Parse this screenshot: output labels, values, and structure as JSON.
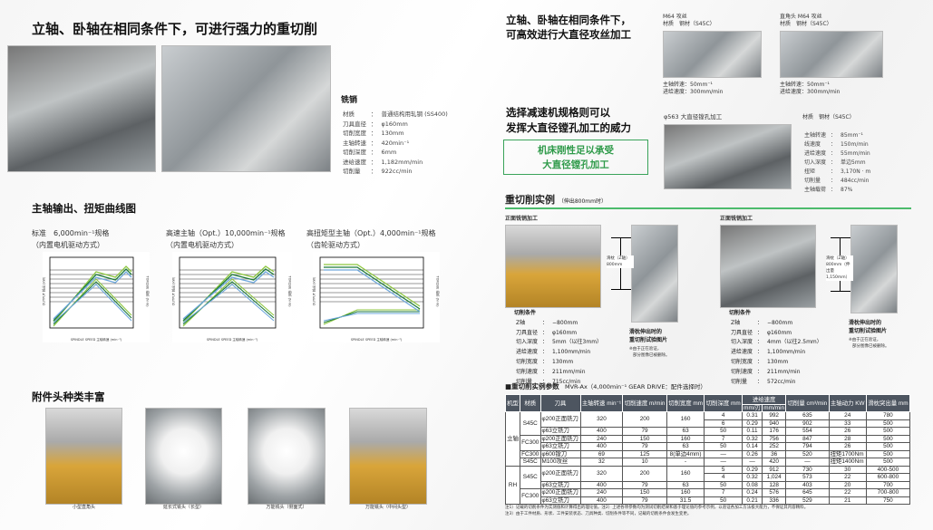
{
  "left": {
    "title": "立轴、卧轴在相同条件下，可进行强力的重切削",
    "milling": {
      "heading": "铣销",
      "specs": [
        {
          "k": "材质",
          "v": "普通结构用轧钢 (SS400)"
        },
        {
          "k": "刀具直径",
          "v": "φ160mm"
        },
        {
          "k": "切削宽度",
          "v": "130mm"
        },
        {
          "k": "主轴转速",
          "v": "420min⁻¹"
        },
        {
          "k": "切削深度",
          "v": "6mm"
        },
        {
          "k": "进给速度",
          "v": "1,182mm/min"
        },
        {
          "k": "切削量",
          "v": "922cc/min"
        }
      ]
    },
    "curves": {
      "heading": "主轴输出、扭矩曲线图",
      "charts": [
        {
          "line1": "标准　6,000min⁻¹规格",
          "line2": "（内置电机驱动方式）",
          "xlabel": "SPINDLE SPEED 主轴转速 (min⁻¹)",
          "ylabel_left": "OUTPUT 输出 (kW)",
          "ylabel_right": "TORQUE 扭矩 (N·m)"
        },
        {
          "line1": "高速主轴（Opt.）10,000min⁻¹规格",
          "line2": "（内置电机驱动方式）",
          "xlabel": "SPINDLE SPEED 主轴转速 (min⁻¹)",
          "ylabel_left": "OUTPUT 输出 (kW)",
          "ylabel_right": "TORQUE 扭矩 (N·m)"
        },
        {
          "line1": "高扭矩型主轴（Opt.）4,000min⁻¹规格",
          "line2": "（齿轮驱动方式）",
          "xlabel": "SPINDLE SPEED 主轴转速 (min⁻¹)",
          "ylabel_left": "OUTPUT 输出 (kW)",
          "ylabel_right": "TORQUE 扭矩 (N·m)"
        }
      ]
    },
    "heads": {
      "heading": "附件头种类丰富",
      "items": [
        "小型直角头",
        "延长式铣头（长型）",
        "万能铣头（侧面式）",
        "万能铣头（中间头型）"
      ]
    }
  },
  "right": {
    "tapping": {
      "title1": "立轴、卧轴在相同条件下，",
      "title2": "可高效进行大直径攻丝加工",
      "cases": [
        {
          "name": "M64 攻丝",
          "material": "材质　钢材（S45C）",
          "speed": "主轴转速：50mm⁻¹",
          "feed": "进给速度：300mm/min"
        },
        {
          "name": "直角头 M64 攻丝",
          "material": "材质　钢材（S45C）",
          "speed": "主轴转速：50mm⁻¹",
          "feed": "进给速度：300mm/min"
        }
      ]
    },
    "boring": {
      "title1": "选择减速机规格则可以",
      "title2": "发挥大直径镗孔加工的威力",
      "box1": "机床刚性足以承受",
      "box2": "大直径镗孔加工",
      "photo_label": "φ563 大直径镗孔加工",
      "material": "材质　钢材（S45C）",
      "specs": [
        {
          "k": "主轴转速",
          "v": "85mm⁻¹"
        },
        {
          "k": "线速度",
          "v": "150m/min"
        },
        {
          "k": "进给速度",
          "v": "55mm/min"
        },
        {
          "k": "切入深度",
          "v": "单边5mm"
        },
        {
          "k": "扭矩",
          "v": "3,170N · m"
        },
        {
          "k": "切削量",
          "v": "484cc/min"
        },
        {
          "k": "主轴载荷",
          "v": "87%"
        }
      ]
    },
    "heavy": {
      "title": "重切削实例",
      "subtitle": "（伸出800mm时）",
      "examples": [
        {
          "label": "正面铣销加工",
          "ram": "滑枕（Z轴）800mm",
          "cond_title": "切削条件",
          "conds": [
            {
              "k": "Z轴",
              "v": "−800mm"
            },
            {
              "k": "刀具直径",
              "v": "φ160mm"
            },
            {
              "k": "切入深度",
              "v": "5mm（以往3mm）"
            },
            {
              "k": "进给速度",
              "v": "1,100mm/min"
            },
            {
              "k": "切削宽度",
              "v": "130mm"
            },
            {
              "k": "切削速度",
              "v": "211mm/min"
            },
            {
              "k": "切削量",
              "v": "715cc/min"
            }
          ],
          "photo_cap1": "滑枕伸出时的",
          "photo_cap2": "重切削试验图片",
          "note1": "※由于正在验证，",
          "note2": "部分图像已被删除。"
        },
        {
          "label": "正面铣销加工",
          "ram": "滑枕（Z轴）800mm（伸出量1,150mm）",
          "cond_title": "切削条件",
          "conds": [
            {
              "k": "Z轴",
              "v": "−800mm"
            },
            {
              "k": "刀具直径",
              "v": "φ160mm"
            },
            {
              "k": "切入深度",
              "v": "4mm（以往2.5mm）"
            },
            {
              "k": "进给速度",
              "v": "1,100mm/min"
            },
            {
              "k": "切削宽度",
              "v": "130mm"
            },
            {
              "k": "切削速度",
              "v": "211mm/min"
            },
            {
              "k": "切削量",
              "v": "572cc/min"
            }
          ],
          "photo_cap1": "滑枕伸出时的",
          "photo_cap2": "重切削试验图片",
          "note1": "※由于正在验证，",
          "note2": "部分图像已被删除。"
        }
      ]
    },
    "table": {
      "title": "■重切削实例参数",
      "subtitle": "MVR-Ax（4,000min⁻¹ GEAR DRIVE：配件选择时）",
      "headers": [
        "机型",
        "材质",
        "刀具",
        "主轴转速 min⁻¹",
        "切削速度 m/min",
        "切削宽度 mm",
        "切削深度 mm",
        "进给速度",
        "切削量 cm³/min",
        "主轴动力 KW",
        "滑枕突出量 mm"
      ],
      "feed_sub": [
        "mm/刃",
        "mm/min"
      ],
      "rows": [
        [
          {
            "v": "立轴",
            "rs": 7
          },
          {
            "v": "S45C",
            "rs": 3
          },
          {
            "v": "φ200正面铣刀",
            "rs": 2,
            "l": 1
          },
          {
            "v": "320",
            "rs": 2
          },
          {
            "v": "200",
            "rs": 2
          },
          {
            "v": "160",
            "rs": 2
          },
          {
            "v": "4"
          },
          {
            "v": "0.31"
          },
          {
            "v": "992"
          },
          {
            "v": "635"
          },
          {
            "v": "24"
          },
          {
            "v": "780"
          }
        ],
        [
          {
            "v": "6"
          },
          {
            "v": "0.29"
          },
          {
            "v": "940"
          },
          {
            "v": "902"
          },
          {
            "v": "33"
          },
          {
            "v": "500"
          }
        ],
        [
          {
            "v": "φ63立铣刀",
            "l": 1
          },
          {
            "v": "400"
          },
          {
            "v": "79"
          },
          {
            "v": "63"
          },
          {
            "v": "50"
          },
          {
            "v": "0.11"
          },
          {
            "v": "176"
          },
          {
            "v": "554"
          },
          {
            "v": "26"
          },
          {
            "v": "500"
          }
        ],
        [
          {
            "v": "FC300",
            "rs": 2
          },
          {
            "v": "φ200正面铣刀",
            "l": 1
          },
          {
            "v": "240"
          },
          {
            "v": "150"
          },
          {
            "v": "160"
          },
          {
            "v": "7"
          },
          {
            "v": "0.32"
          },
          {
            "v": "756"
          },
          {
            "v": "847"
          },
          {
            "v": "28"
          },
          {
            "v": "500"
          }
        ],
        [
          {
            "v": "φ63立铣刀",
            "l": 1
          },
          {
            "v": "400"
          },
          {
            "v": "79"
          },
          {
            "v": "63"
          },
          {
            "v": "50"
          },
          {
            "v": "0.14"
          },
          {
            "v": "252"
          },
          {
            "v": "794"
          },
          {
            "v": "26"
          },
          {
            "v": "500"
          }
        ],
        [
          {
            "v": "FC300"
          },
          {
            "v": "φ600镗刀",
            "l": 1
          },
          {
            "v": "69"
          },
          {
            "v": "125"
          },
          {
            "v": "8(单边4mm)"
          },
          {
            "v": "—"
          },
          {
            "v": "0.26"
          },
          {
            "v": "36"
          },
          {
            "v": "520"
          },
          {
            "v": "扭矩1700Nm",
            "l": 1
          },
          {
            "v": "500"
          }
        ],
        [
          {
            "v": "S45C"
          },
          {
            "v": "M100攻丝",
            "l": 1
          },
          {
            "v": "32"
          },
          {
            "v": "10"
          },
          {
            "v": "-"
          },
          {
            "v": "—"
          },
          {
            "v": "—"
          },
          {
            "v": "420"
          },
          {
            "v": "—"
          },
          {
            "v": "扭矩1400Nm",
            "l": 1
          },
          {
            "v": "500"
          }
        ],
        [
          {
            "v": "RH",
            "rs": 5
          },
          {
            "v": "S45C",
            "rs": 3
          },
          {
            "v": "φ200正面铣刀",
            "rs": 2,
            "l": 1
          },
          {
            "v": "320",
            "rs": 2
          },
          {
            "v": "200",
            "rs": 2
          },
          {
            "v": "160",
            "rs": 2
          },
          {
            "v": "5"
          },
          {
            "v": "0.29"
          },
          {
            "v": "912"
          },
          {
            "v": "730"
          },
          {
            "v": "30"
          },
          {
            "v": "400-500"
          }
        ],
        [
          {
            "v": "4"
          },
          {
            "v": "0.32"
          },
          {
            "v": "1,024"
          },
          {
            "v": "573"
          },
          {
            "v": "22"
          },
          {
            "v": "600-800"
          }
        ],
        [
          {
            "v": "φ63立铣刀",
            "l": 1
          },
          {
            "v": "400"
          },
          {
            "v": "79"
          },
          {
            "v": "63"
          },
          {
            "v": "50"
          },
          {
            "v": "0.08"
          },
          {
            "v": "128"
          },
          {
            "v": "403"
          },
          {
            "v": "20"
          },
          {
            "v": "700"
          }
        ],
        [
          {
            "v": "FC300",
            "rs": 2
          },
          {
            "v": "φ200正面铣刀",
            "l": 1
          },
          {
            "v": "240"
          },
          {
            "v": "150"
          },
          {
            "v": "160"
          },
          {
            "v": "7"
          },
          {
            "v": "0.24"
          },
          {
            "v": "576"
          },
          {
            "v": "645"
          },
          {
            "v": "22"
          },
          {
            "v": "700-800"
          }
        ],
        [
          {
            "v": "φ63立铣刀",
            "l": 1
          },
          {
            "v": "400"
          },
          {
            "v": "79"
          },
          {
            "v": "31.5"
          },
          {
            "v": "50"
          },
          {
            "v": "0.21"
          },
          {
            "v": "336"
          },
          {
            "v": "529"
          },
          {
            "v": "21"
          },
          {
            "v": "750"
          }
        ]
      ],
      "note1": "注1）记载的切削条件为实测值和计算得出的理论值。注2）上述各项参数均为测试切削结果和基于理论值的参考示例，以验证各加工方法极大能力，不保证其内容精料。",
      "note2": "注3）由于工件材质、形状、工件安装状态、刀具种类、切削条件等不同，记载的切削条件会发生变更。"
    }
  }
}
